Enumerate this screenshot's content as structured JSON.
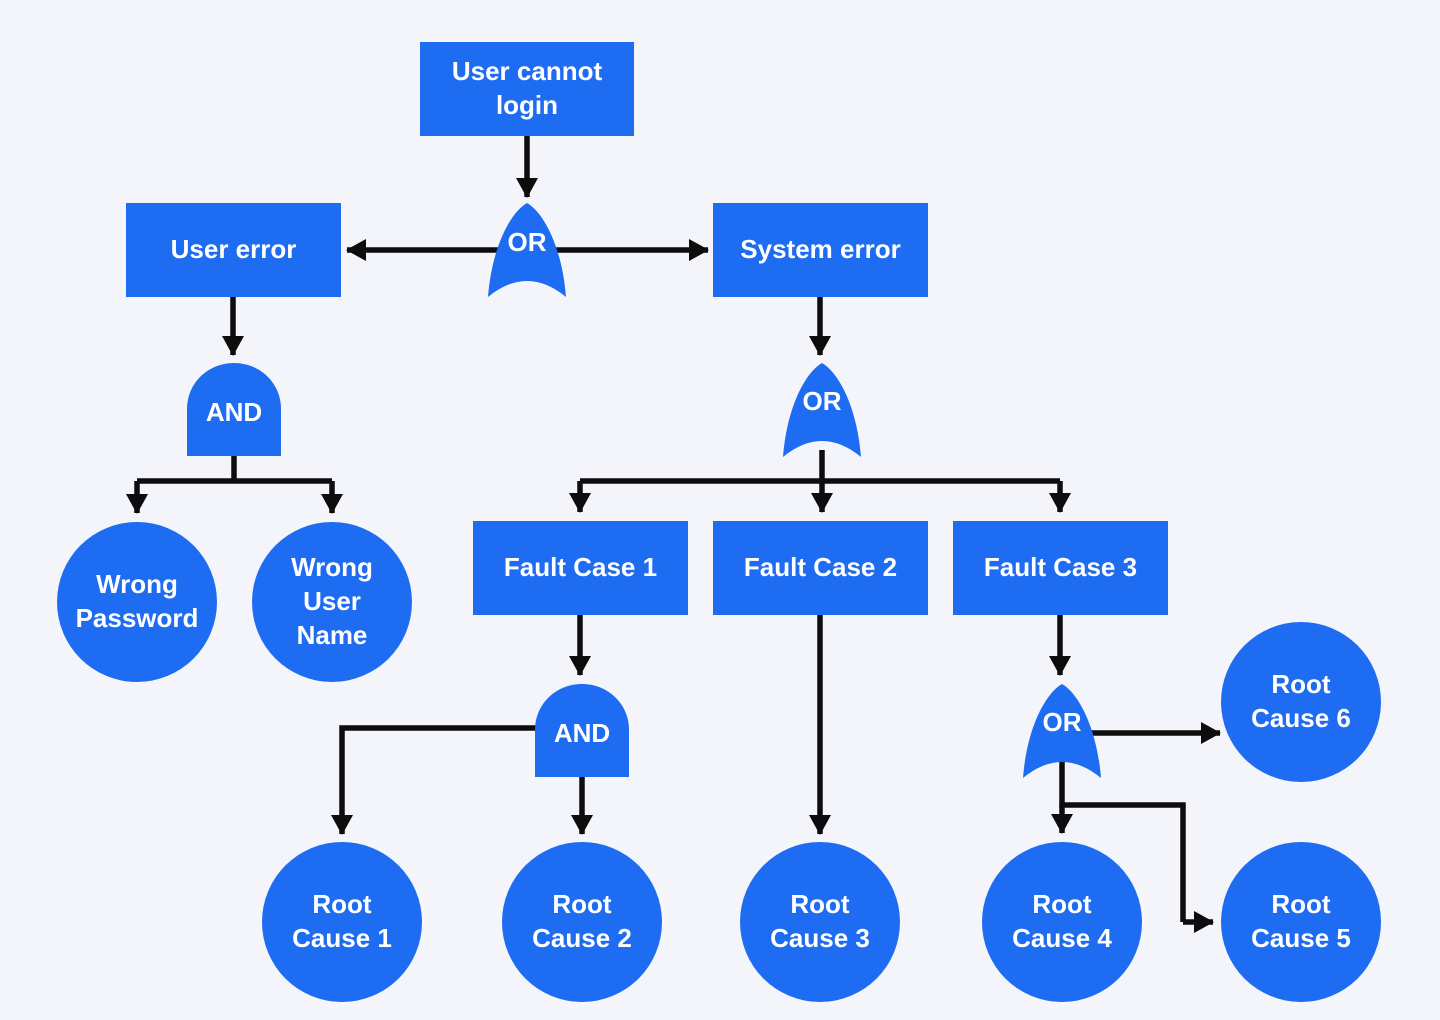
{
  "colors": {
    "node_fill": "#1e6cf2",
    "node_text": "#ffffff",
    "connector": "#0d0d0d",
    "background": "#f4f5fb"
  },
  "diagram": {
    "type": "fault-tree",
    "nodes": {
      "top_event": "User cannot\nlogin",
      "user_error": "User error",
      "system_error": "System error",
      "fault_case_1": "Fault Case 1",
      "fault_case_2": "Fault Case 2",
      "fault_case_3": "Fault Case 3",
      "wrong_password": "Wrong\nPassword",
      "wrong_user_name": "Wrong\nUser\nName",
      "root_cause_1": "Root\nCause 1",
      "root_cause_2": "Root\nCause 2",
      "root_cause_3": "Root\nCause 3",
      "root_cause_4": "Root\nCause 4",
      "root_cause_5": "Root\nCause 5",
      "root_cause_6": "Root\nCause 6"
    },
    "gates": {
      "or1": "OR",
      "and1": "AND",
      "or2": "OR",
      "and2": "AND",
      "or3": "OR"
    }
  }
}
